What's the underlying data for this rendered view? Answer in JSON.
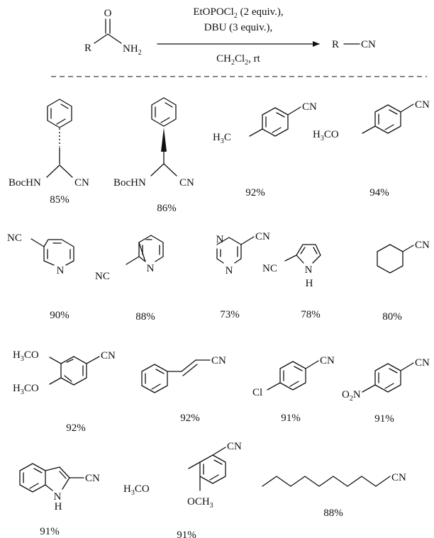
{
  "reaction": {
    "reactant_r": "R",
    "reactant_o": "O",
    "reactant_nh": "NH",
    "reactant_nh_sub": "2",
    "reagent_line1_pre": "EtOPOCl",
    "reagent_line1_sub": "2",
    "reagent_line1_post": " (2 equiv.),",
    "reagent_line2": "DBU (3 equiv.),",
    "solvent_pre": "CH",
    "solvent_sub1": "2",
    "solvent_mid": "Cl",
    "solvent_sub2": "2",
    "solvent_post": ", rt",
    "product_r": "R",
    "product_cn": "CN"
  },
  "labels": {
    "cn": "CN",
    "nc": "NC",
    "bochn": "BocHN",
    "h3c": "H",
    "h3c_sub": "3",
    "h3c_c": "C",
    "h3co": "H",
    "h3co_sub": "3",
    "h3co_co": "CO",
    "och3_pre": "OCH",
    "och3_sub": "3",
    "n": "N",
    "h": "H",
    "cl": "Cl",
    "o2n_o": "O",
    "o2n_sub": "2",
    "o2n_n": "N"
  },
  "yields": {
    "c1": "85%",
    "c2": "86%",
    "c3": "92%",
    "c4": "94%",
    "c5": "90%",
    "c6": "88%",
    "c7": "73%",
    "c8": "78%",
    "c9": "80%",
    "c10": "92%",
    "c11": "92%",
    "c12": "91%",
    "c13": "91%",
    "c14": "91%",
    "c15": "91%",
    "c16": "88%"
  }
}
